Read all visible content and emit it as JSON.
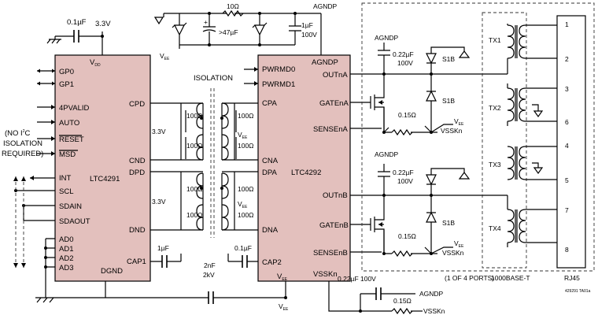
{
  "ic1": {
    "name": "LTC4291",
    "vdd": "V",
    "vdd_sub": "DD",
    "left_pins": [
      "GP0",
      "GP1",
      "4PVALID",
      "AUTO",
      "RESET",
      "MSD",
      "INT",
      "SCL",
      "SDAIN",
      "SDAOUT",
      "AD0",
      "AD1",
      "AD2",
      "AD3"
    ],
    "right_pins": [
      "CPD",
      "CND",
      "DPD",
      "DND",
      "CAP1"
    ],
    "bottom_pin": "DGND"
  },
  "ic2": {
    "name": "LTC4292",
    "left_pins": [
      "PWRMD0",
      "PWRMD1",
      "CPA",
      "CNA",
      "DPA",
      "DNA",
      "CAP2"
    ],
    "agnd": "AGNDP",
    "vee": "V",
    "vee_sub": "EE",
    "vssk": "VSSKn",
    "right_pins": [
      "OUTnA",
      "GATEnA",
      "SENSEnA",
      "OUTnB",
      "GATEnB",
      "SENSEnB"
    ]
  },
  "labels": {
    "isolation": "ISOLATION",
    "no_i2c_1": "(NO I",
    "no_i2c_sup": "2",
    "no_i2c_2": "C",
    "no_i2c_3": "ISOLATION",
    "no_i2c_4": "REQUIRED)",
    "c01uf": "0.1µF",
    "v33": "3.3V",
    "v33b": "3.3V",
    "v33c": "3.3V",
    "r100": "100Ω",
    "vee_v": "V",
    "vee_sub": "EE",
    "r10": "10Ω",
    "c47": ">47µF",
    "c1uf100": "1µF",
    "v100": "100V",
    "agndp_top": "AGNDP",
    "agndp_a": "AGNDP",
    "agndp_b": "AGNDP",
    "agndp_bot": "AGNDP",
    "c022": "0.22µF",
    "c022_v": "100V",
    "s1b": "S1B",
    "r015": "0.15Ω",
    "vsskn": "VSSKn",
    "c1uf_cap": "1µF",
    "c01uf_cap": "0.1µF",
    "c2nf": "2nF",
    "c2kv": "2kV",
    "c022_bot": "0.22µF 100V",
    "one_of_four": "(1 OF 4 PORTS)",
    "base_t": "1000BASE-T",
    "rj45": "RJ45",
    "tx1": "TX1",
    "tx2": "TX2",
    "tx3": "TX3",
    "tx4": "TX4",
    "rj_pins": [
      "1",
      "2",
      "3",
      "6",
      "4",
      "5",
      "7",
      "8"
    ],
    "part_no": "429291 TA01a"
  }
}
